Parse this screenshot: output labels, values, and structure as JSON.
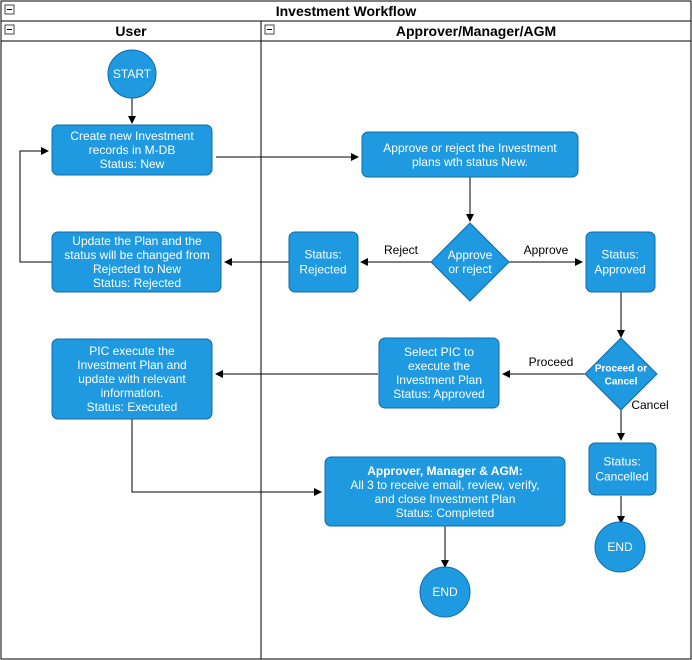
{
  "title": "Investment Workflow",
  "lanes": {
    "user": "User",
    "approver": "Approver/Manager/AGM"
  },
  "colors": {
    "node_fill": "#1f9ae0",
    "node_stroke": "#106aa8",
    "line": "#000000"
  },
  "nodes": {
    "start": [
      "START"
    ],
    "create": [
      "Create new Investment",
      "records in M-DB",
      "Status: New"
    ],
    "approve_reject_plans": [
      "Approve or reject the Investment",
      "plans wth status New."
    ],
    "decision_approve": [
      "Approve",
      "or reject"
    ],
    "rejected": [
      "Status:",
      "Rejected"
    ],
    "update_plan": [
      "Update the Plan and the",
      "status will be changed from",
      "Rejected to New",
      "Status: Rejected"
    ],
    "approved": [
      "Status:",
      "Approved"
    ],
    "decision_proceed": [
      "Proceed or",
      "Cancel"
    ],
    "select_pic": [
      "Select PIC to",
      "execute the",
      "Investment Plan",
      "Status: Approved"
    ],
    "pic_execute": [
      "PIC execute the",
      "Investment Plan and",
      "update with relevant",
      "information.",
      "Status: Executed"
    ],
    "cancelled": [
      "Status:",
      "Cancelled"
    ],
    "end_right": [
      "END"
    ],
    "completed": [
      "Approver, Manager & AGM:",
      "All 3 to receive email, review, verify,",
      "and close Investment Plan",
      "Status: Completed"
    ],
    "end_bottom": [
      "END"
    ]
  },
  "edges": {
    "reject": "Reject",
    "approve": "Approve",
    "proceed": "Proceed",
    "cancel": "Cancel"
  }
}
